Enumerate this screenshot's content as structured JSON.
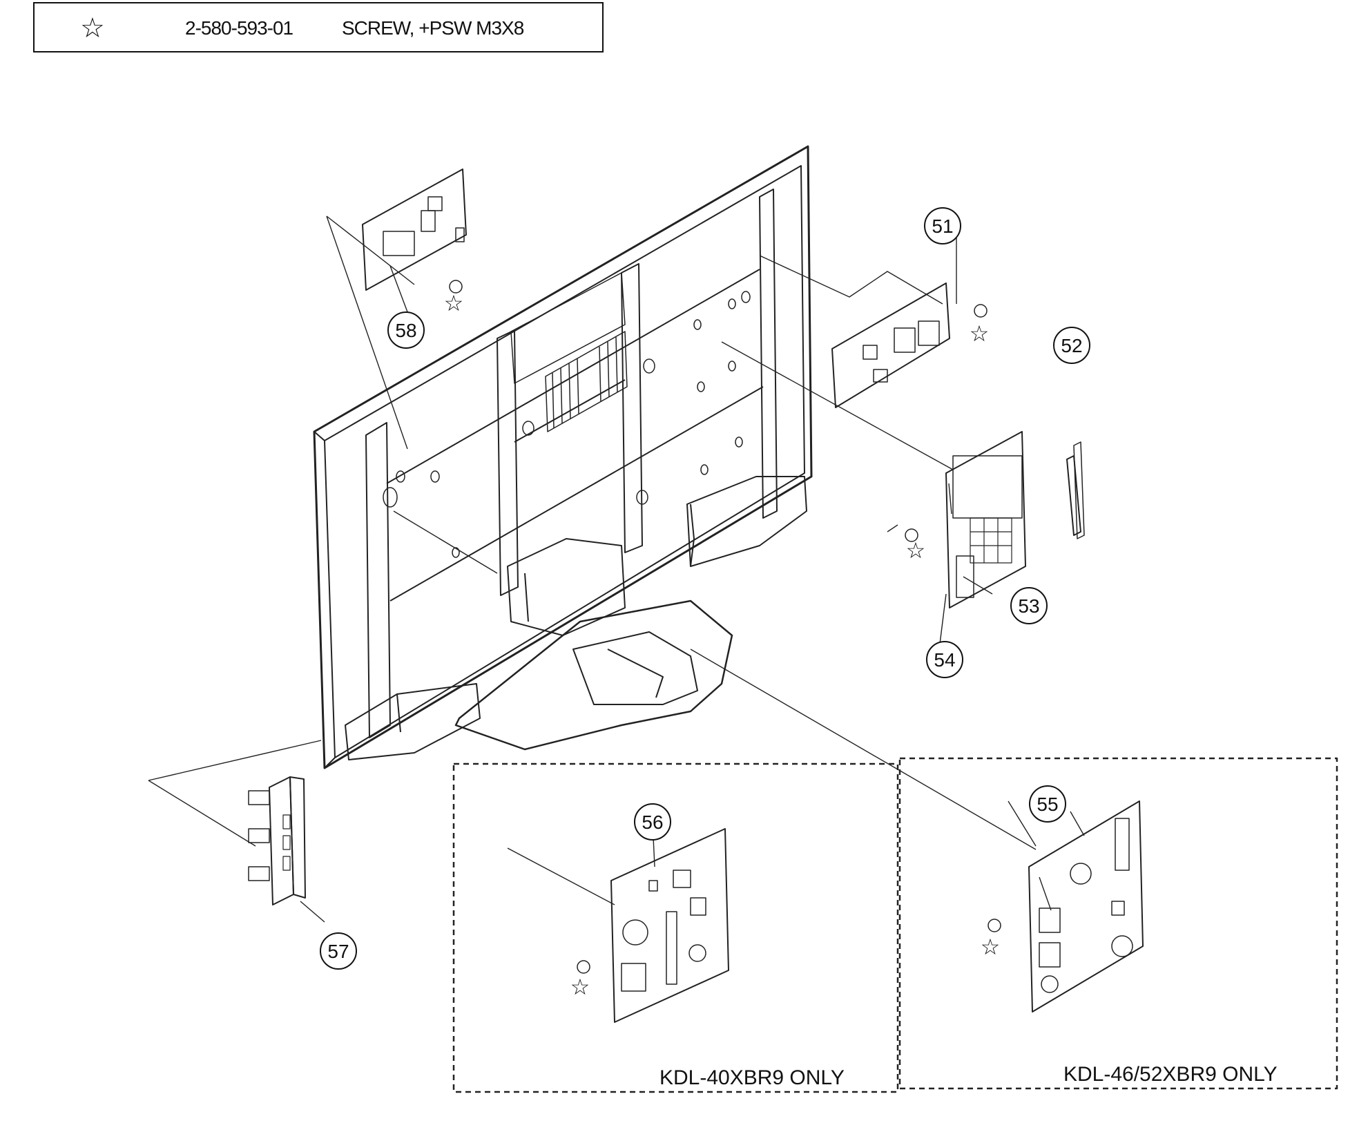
{
  "legend": {
    "symbol_icon": "star-outline-icon",
    "part_number": "2-580-593-01",
    "description": "SCREW, +PSW M3X8"
  },
  "callouts": [
    "51",
    "52",
    "53",
    "54",
    "55",
    "56",
    "57",
    "58"
  ],
  "screw_marker": "☆",
  "region_labels": {
    "left": "KDL-40XBR9 ONLY",
    "right": "KDL-46/52XBR9 ONLY"
  }
}
